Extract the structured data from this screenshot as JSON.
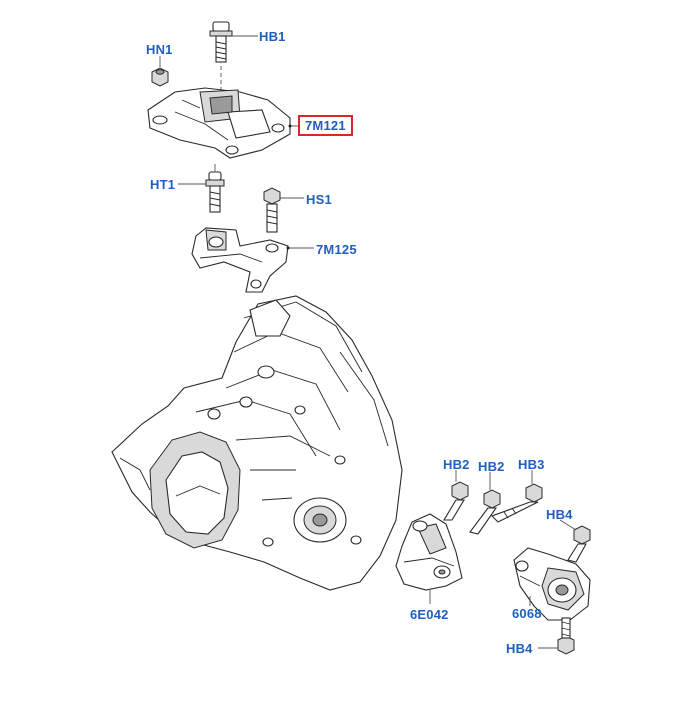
{
  "labels": {
    "hn1": "HN1",
    "hb1": "HB1",
    "m7121": "7M121",
    "ht1": "HT1",
    "hs1": "HS1",
    "m7125": "7M125",
    "hb2a": "HB2",
    "hb2b": "HB2",
    "hb3": "HB3",
    "hb4a": "HB4",
    "e6042": "6E042",
    "p6068": "6068",
    "hb4b": "HB4"
  },
  "colors": {
    "label": "#1f5fbf",
    "highlight_border": "#d8262b",
    "line": "#2a2a2a"
  }
}
